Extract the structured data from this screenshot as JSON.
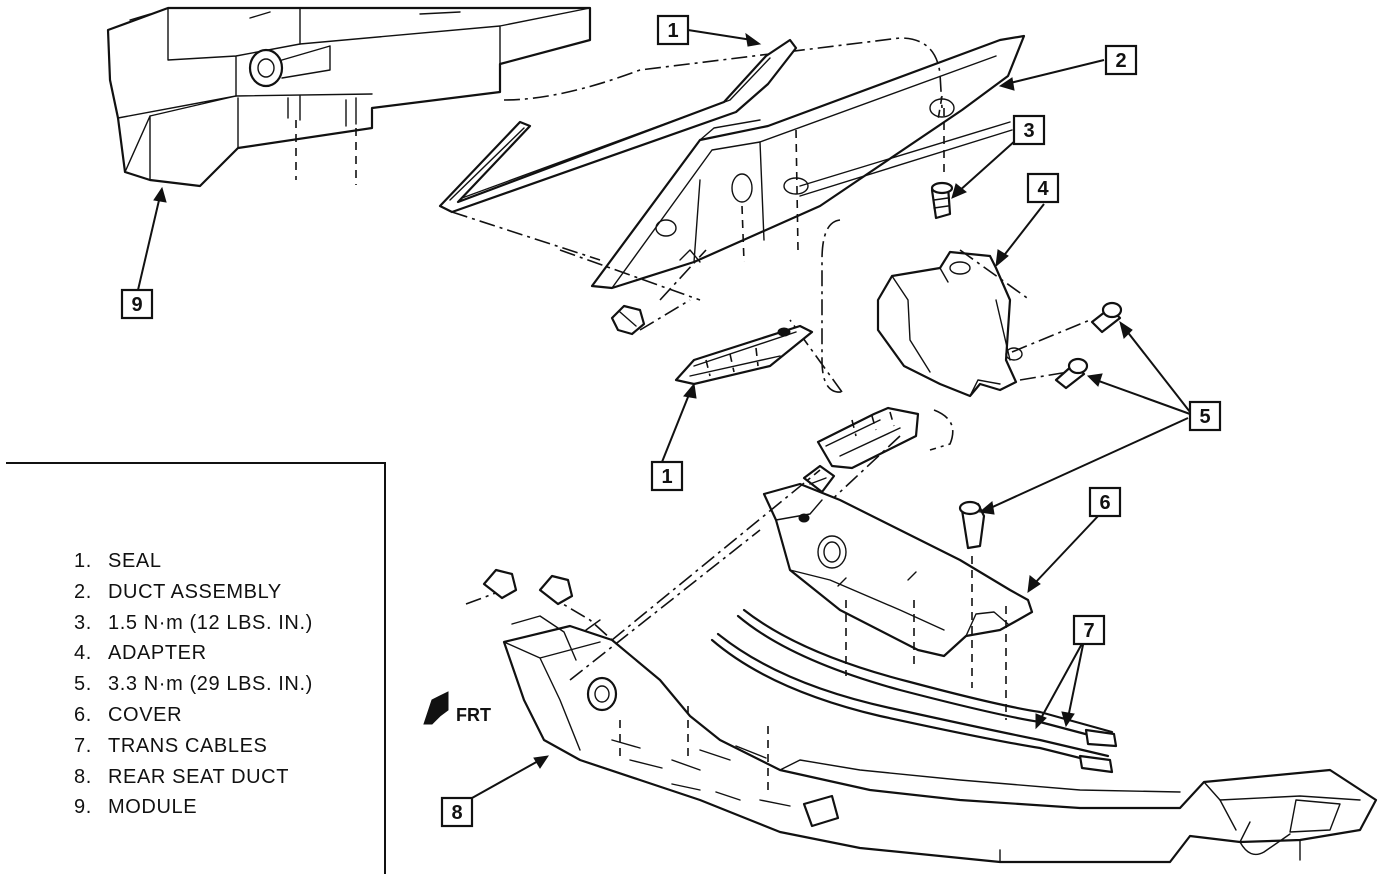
{
  "legend": [
    {
      "number": "1.",
      "label": "SEAL"
    },
    {
      "number": "2.",
      "label": "DUCT ASSEMBLY"
    },
    {
      "number": "3.",
      "label": "1.5 N·m (12 LBS. IN.)"
    },
    {
      "number": "4.",
      "label": "ADAPTER"
    },
    {
      "number": "5.",
      "label": "3.3 N·m (29 LBS. IN.)"
    },
    {
      "number": "6.",
      "label": "COVER"
    },
    {
      "number": "7.",
      "label": "TRANS CABLES"
    },
    {
      "number": "8.",
      "label": "REAR SEAT DUCT"
    },
    {
      "number": "9.",
      "label": "MODULE"
    }
  ],
  "callouts": [
    "1",
    "2",
    "3",
    "4",
    "5",
    "6",
    "7",
    "8",
    "9",
    "1"
  ],
  "direction_label": "FRT",
  "direction_icon": "front-arrow-icon"
}
